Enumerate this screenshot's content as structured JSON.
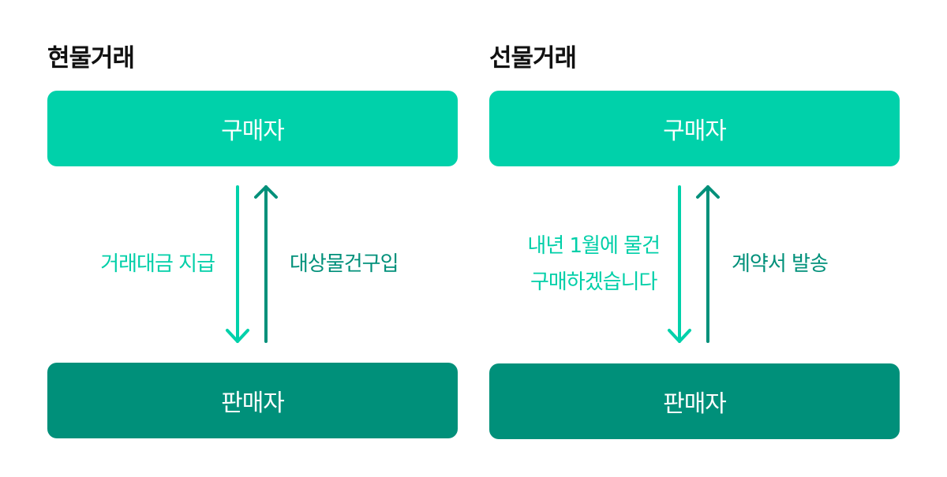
{
  "colors": {
    "buyer": "#00D1AA",
    "seller": "#00907A",
    "payment_arrow": "#00D1AA",
    "goods_arrow": "#00907A"
  },
  "panels": [
    {
      "title": "현물거래",
      "buyer": "구매자",
      "seller": "판매자",
      "down_label": [
        "거래대금 지급"
      ],
      "up_label": "대상물건구입"
    },
    {
      "title": "선물거래",
      "buyer": "구매자",
      "seller": "판매자",
      "down_label": [
        "내년 1월에 물건",
        "구매하겠습니다"
      ],
      "up_label": "계약서 발송"
    }
  ]
}
